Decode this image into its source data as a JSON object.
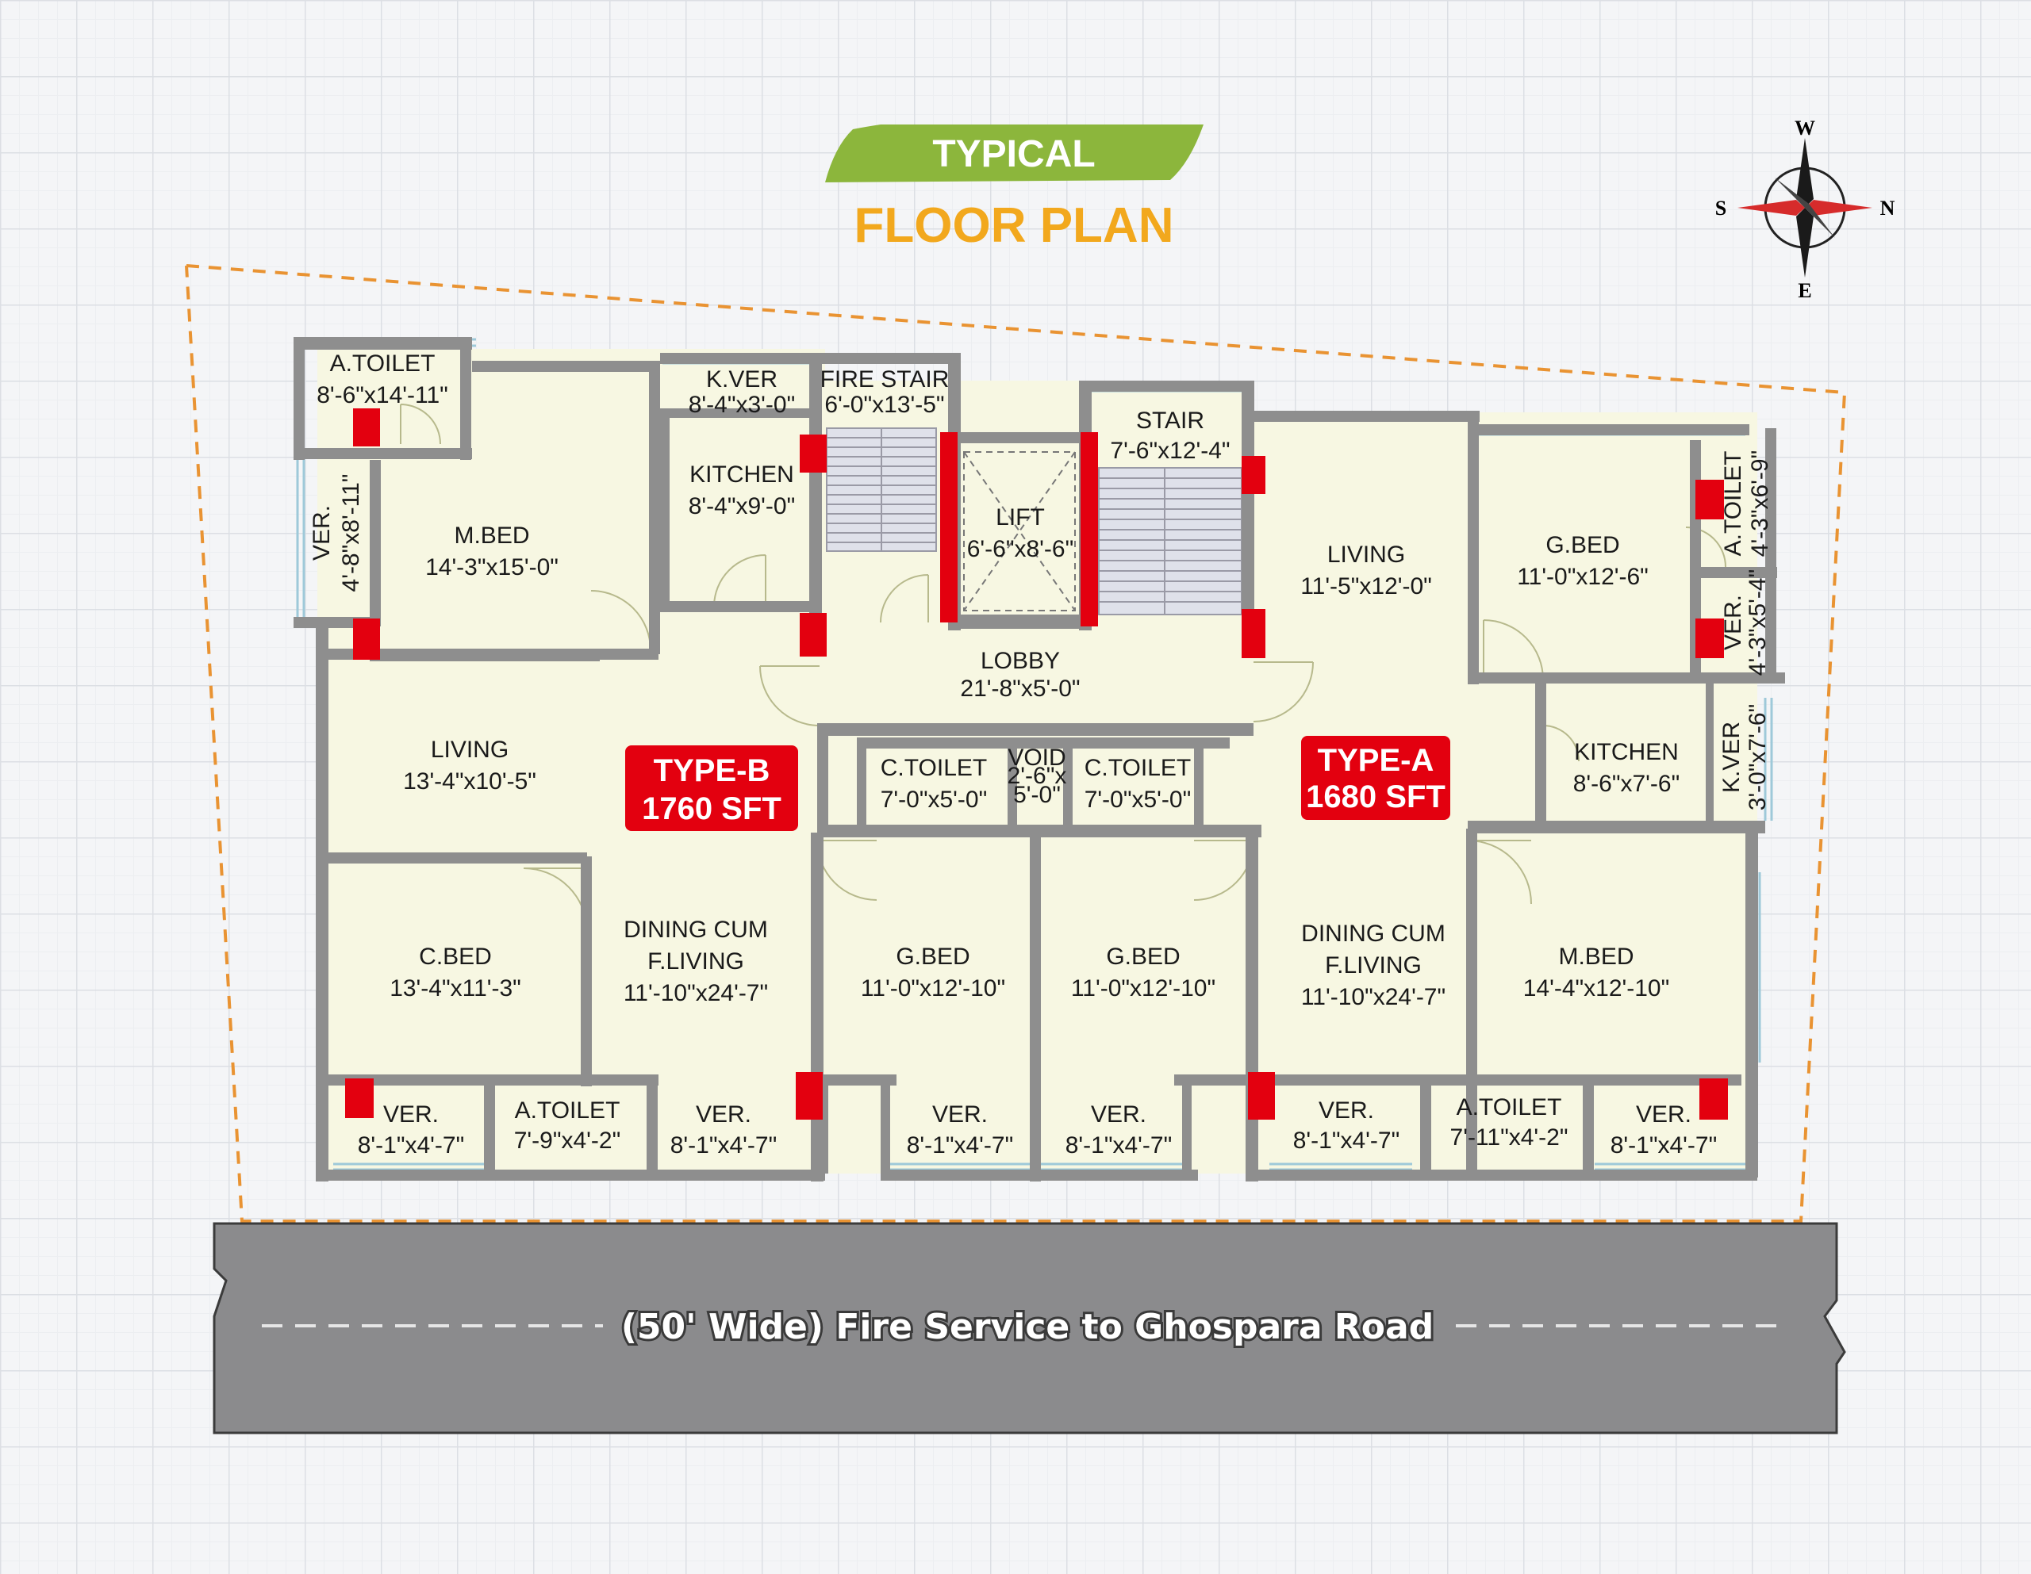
{
  "header": {
    "badge": "TYPICAL",
    "title": "FLOOR PLAN"
  },
  "compass": {
    "north": "N",
    "south": "S",
    "east": "E",
    "west": "W"
  },
  "road": {
    "label": "(50' Wide) Fire Service to Ghospara Road"
  },
  "units": [
    {
      "type": "TYPE-B",
      "area": "1760 SFT"
    },
    {
      "type": "TYPE-A",
      "area": "1680 SFT"
    }
  ],
  "rooms": {
    "b_atoilet": {
      "name": "A.TOILET",
      "size": "8'-6\"x14'-11\""
    },
    "b_ver_left": {
      "name": "VER.",
      "size": "4'-8\"x8'-11\""
    },
    "b_mbed": {
      "name": "M.BED",
      "size": "14'-3\"x15'-0\""
    },
    "b_kver": {
      "name": "K.VER",
      "size": "8'-4\"x3'-0\""
    },
    "b_kitchen": {
      "name": "KITCHEN",
      "size": "8'-4\"x9'-0\""
    },
    "fire_stair": {
      "name": "FIRE STAIR",
      "size": "6'-0\"x13'-5\""
    },
    "lift": {
      "name": "LIFT",
      "size": "6'-6\"x8'-6\""
    },
    "stair": {
      "name": "STAIR",
      "size": "7'-6\"x12'-4\""
    },
    "lobby": {
      "name": "LOBBY",
      "size": "21'-8\"x5'-0\""
    },
    "b_living": {
      "name": "LIVING",
      "size": "13'-4\"x10'-5\""
    },
    "ctoilet_b": {
      "name": "C.TOILET",
      "size": "7'-0\"x5'-0\""
    },
    "void": {
      "name": "VOID",
      "size1": "2'-6\"x",
      "size2": "5'-0\""
    },
    "ctoilet_a": {
      "name": "C.TOILET",
      "size": "7'-0\"x5'-0\""
    },
    "b_cbed": {
      "name": "C.BED",
      "size": "13'-4\"x11'-3\""
    },
    "b_dining": {
      "name1": "DINING CUM",
      "name2": "F.LIVING",
      "size": "11'-10\"x24'-7\""
    },
    "b_gbed": {
      "name": "G.BED",
      "size": "11'-0\"x12'-10\""
    },
    "b_ver1": {
      "name": "VER.",
      "size": "8'-1\"x4'-7\""
    },
    "b_atoilet2": {
      "name": "A.TOILET",
      "size": "7'-9\"x4'-2\""
    },
    "b_ver2": {
      "name": "VER.",
      "size": "8'-1\"x4'-7\""
    },
    "b_ver3": {
      "name": "VER.",
      "size": "8'-1\"x4'-7\""
    },
    "a_living": {
      "name": "LIVING",
      "size": "11'-5\"x12'-0\""
    },
    "a_gbed_top": {
      "name": "G.BED",
      "size": "11'-0\"x12'-6\""
    },
    "a_atoilet_top": {
      "name": "A.TOILET",
      "size": "4'-3\"x6'-9\""
    },
    "a_ver_top": {
      "name": "VER.",
      "size": "4'-3\"x5'-4\""
    },
    "a_kitchen": {
      "name": "KITCHEN",
      "size": "8'-6\"x7'-6\""
    },
    "a_kver": {
      "name": "K.VER",
      "size": "3'-0\"x7'-6\""
    },
    "a_gbed": {
      "name": "G.BED",
      "size": "11'-0\"x12'-10\""
    },
    "a_dining": {
      "name1": "DINING CUM",
      "name2": "F.LIVING",
      "size": "11'-10\"x24'-7\""
    },
    "a_mbed": {
      "name": "M.BED",
      "size": "14'-4\"x12'-10\""
    },
    "a_ver1": {
      "name": "VER.",
      "size": "8'-1\"x4'-7\""
    },
    "a_ver2": {
      "name": "VER.",
      "size": "8'-1\"x4'-7\""
    },
    "a_atoilet2": {
      "name": "A.TOILET",
      "size": "7'-11\"x4'-2\""
    },
    "a_ver3": {
      "name": "VER.",
      "size": "8'-1\"x4'-7\""
    }
  },
  "colors": {
    "floor": "#f7f7e2",
    "wall": "#8e8e8e",
    "column": "#e3000f",
    "header_green": "#8cb63c",
    "header_orange": "#f2a81d",
    "road": "#8b8b8d",
    "boundary": "#e99332"
  }
}
